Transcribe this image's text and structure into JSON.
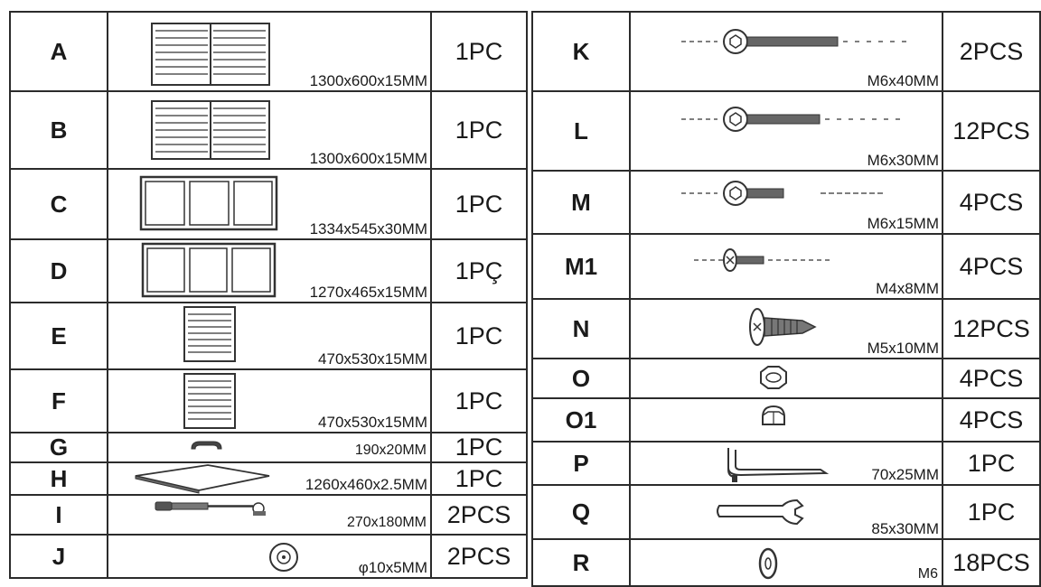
{
  "left_table": [
    {
      "letter": "A",
      "dimension": "1300x600x15MM",
      "quantity": "1PC",
      "icon": "slatted-panel-drawing"
    },
    {
      "letter": "B",
      "dimension": "1300x600x15MM",
      "quantity": "1PC",
      "icon": "slatted-panel-drawing"
    },
    {
      "letter": "C",
      "dimension": "1334x545x30MM",
      "quantity": "1PC",
      "icon": "three-pane-frame-drawing"
    },
    {
      "letter": "D",
      "dimension": "1270x465x15MM",
      "quantity": "1PÇ",
      "icon": "three-pane-frame-drawing"
    },
    {
      "letter": "E",
      "dimension": "470x530x15MM",
      "quantity": "1PC",
      "icon": "small-slatted-panel-drawing"
    },
    {
      "letter": "F",
      "dimension": "470x530x15MM",
      "quantity": "1PC",
      "icon": "small-slatted-panel-drawing"
    },
    {
      "letter": "G",
      "dimension": "190x20MM",
      "quantity": "1PC",
      "icon": "handle-drawing"
    },
    {
      "letter": "H",
      "dimension": "1260x460x2.5MM",
      "quantity": "1PC",
      "icon": "flat-sheet-drawing"
    },
    {
      "letter": "I",
      "dimension": "270x180MM",
      "quantity": "2PCS",
      "icon": "gas-strut-drawing"
    },
    {
      "letter": "J",
      "dimension": "φ10x5MM",
      "quantity": "2PCS",
      "icon": "round-cap-drawing"
    }
  ],
  "right_table": [
    {
      "letter": "K",
      "dimension": "M6x40MM",
      "quantity": "2PCS",
      "icon": "long-bolt-drawing"
    },
    {
      "letter": "L",
      "dimension": "M6x30MM",
      "quantity": "12PCS",
      "icon": "medium-bolt-drawing"
    },
    {
      "letter": "M",
      "dimension": "M6x15MM",
      "quantity": "4PCS",
      "icon": "short-bolt-drawing"
    },
    {
      "letter": "M1",
      "dimension": "M4x8MM",
      "quantity": "4PCS",
      "icon": "small-screw-drawing"
    },
    {
      "letter": "N",
      "dimension": "M5x10MM",
      "quantity": "12PCS",
      "icon": "tapping-screw-drawing"
    },
    {
      "letter": "O",
      "dimension": "",
      "quantity": "4PCS",
      "icon": "hex-nut-drawing"
    },
    {
      "letter": "O1",
      "dimension": "",
      "quantity": "4PCS",
      "icon": "cap-nut-drawing"
    },
    {
      "letter": "P",
      "dimension": "70x25MM",
      "quantity": "1PC",
      "icon": "allen-key-drawing"
    },
    {
      "letter": "Q",
      "dimension": "85x30MM",
      "quantity": "1PC",
      "icon": "wrench-drawing"
    },
    {
      "letter": "R",
      "dimension": "M6",
      "quantity": "18PCS",
      "icon": "washer-drawing"
    }
  ]
}
